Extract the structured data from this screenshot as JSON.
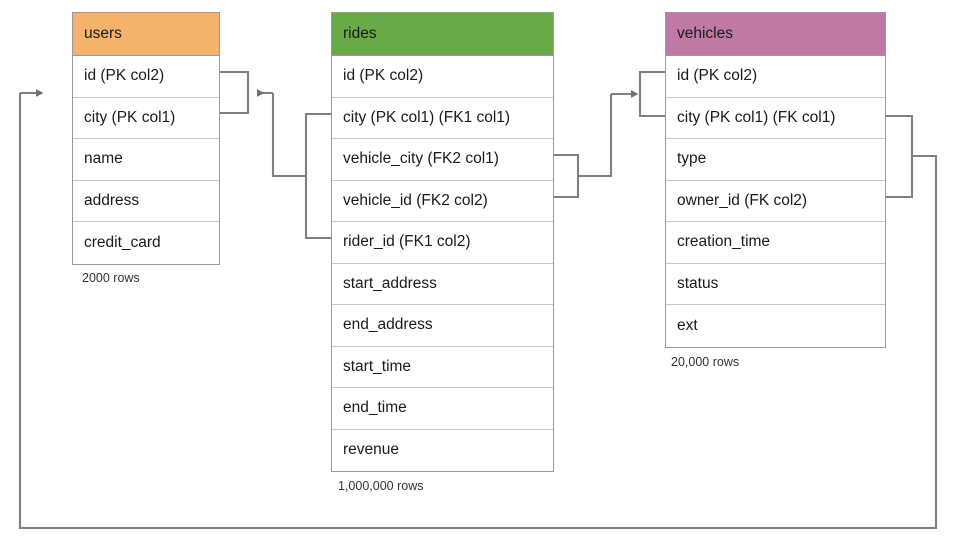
{
  "diagram": {
    "title": "database schema relationship diagram",
    "tables": [
      {
        "name": "users",
        "header_color": "#F5B26B",
        "row_count_label": "2000 rows",
        "columns": [
          "id (PK col2)",
          "city (PK col1)",
          "name",
          "address",
          "credit_card"
        ]
      },
      {
        "name": "rides",
        "header_color": "#6AAA46",
        "row_count_label": "1,000,000 rows",
        "columns": [
          "id (PK col2)",
          "city (PK col1) (FK1 col1)",
          "vehicle_city (FK2 col1)",
          "vehicle_id (FK2 col2)",
          "rider_id (FK1 col2)",
          "start_address",
          "end_address",
          "start_time",
          "end_time",
          "revenue"
        ]
      },
      {
        "name": "vehicles",
        "header_color": "#C078A4",
        "row_count_label": "20,000 rows",
        "columns": [
          "id (PK col2)",
          "city (PK col1) (FK col1)",
          "type",
          "owner_id (FK col2)",
          "creation_time",
          "status",
          "ext"
        ]
      }
    ],
    "relationships": [
      {
        "name": "rides-fk1-to-users",
        "from_table": "rides",
        "from_columns": [
          "city (PK col1) (FK1 col1)",
          "rider_id (FK1 col2)"
        ],
        "to_table": "users",
        "to_columns": [
          "id (PK col2)",
          "city (PK col1)"
        ],
        "arrow": "to-users"
      },
      {
        "name": "rides-fk2-to-vehicles",
        "from_table": "rides",
        "from_columns": [
          "vehicle_city (FK2 col1)",
          "vehicle_id (FK2 col2)"
        ],
        "to_table": "vehicles",
        "to_columns": [
          "id (PK col2)",
          "city (PK col1) (FK col1)"
        ],
        "arrow": "to-vehicles"
      },
      {
        "name": "vehicles-fk-to-users",
        "from_table": "vehicles",
        "from_columns": [
          "city (PK col1) (FK col1)",
          "owner_id (FK col2)"
        ],
        "to_table": "users",
        "to_columns": [
          "id (PK col2)",
          "city (PK col1)"
        ],
        "arrow": "to-users"
      }
    ],
    "line_color": "#808080"
  }
}
